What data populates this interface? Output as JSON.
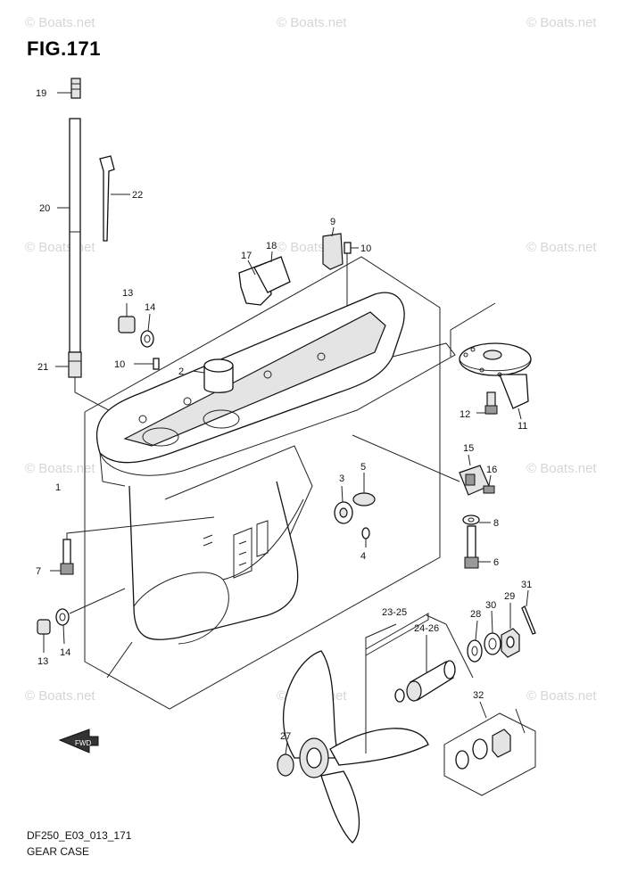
{
  "figure": {
    "title": "FIG.171",
    "model_code": "DF250_E03_013_171",
    "name": "GEAR CASE"
  },
  "watermark": {
    "text": "© Boats.net"
  },
  "direction_marker": {
    "text": "FWD",
    "icon": "fwd-arrow-icon"
  },
  "callouts": {
    "c1": "1",
    "c2": "2",
    "c3": "3",
    "c4": "4",
    "c5": "5",
    "c6": "6",
    "c7": "7",
    "c8": "8",
    "c9": "9",
    "c10a": "10",
    "c10b": "10",
    "c11": "11",
    "c12": "12",
    "c13a": "13",
    "c13b": "13",
    "c14a": "14",
    "c14b": "14",
    "c15": "15",
    "c16": "16",
    "c17": "17",
    "c18": "18",
    "c19": "19",
    "c20": "20",
    "c21": "21",
    "c22": "22",
    "c23": "23-25",
    "c24": "24-26",
    "c27": "27",
    "c28": "28",
    "c29": "29",
    "c30": "30",
    "c31": "31",
    "c32": "32"
  }
}
